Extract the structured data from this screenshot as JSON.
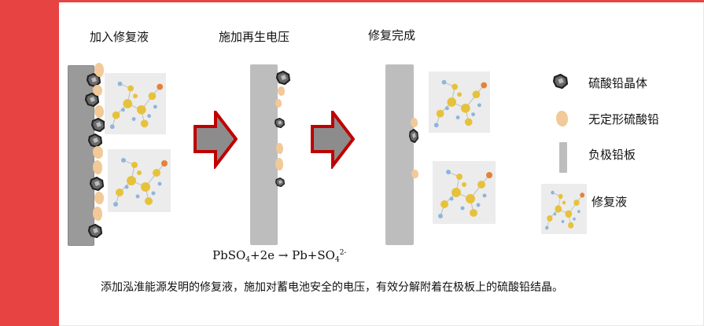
{
  "steps": {
    "add_liquid": "加入修复液",
    "apply_voltage": "施加再生电压",
    "repair_done": "修复完成"
  },
  "legend": {
    "crystal": "硫酸铅晶体",
    "amorphous": "无定形硫酸铅",
    "plate": "负极铅板",
    "liquid": "修复液"
  },
  "equation": {
    "part1": "PbSO",
    "sub1": "4",
    "part2": "+2e → Pb+SO",
    "sub2": "4",
    "sup2": "2-"
  },
  "caption": "添加泓淮能源发明的修复液，施加对蓄电池安全的电压，有效分解附着在极板上的硫酸铅结晶。",
  "colors": {
    "accent_red": "#e84343",
    "arrow_border": "#c00000",
    "arrow_fill": "#8c8c8c",
    "plate_gray": "#bdbdbd",
    "plate_dark": "#9a9a9a",
    "amorphous": "#f2c998"
  }
}
